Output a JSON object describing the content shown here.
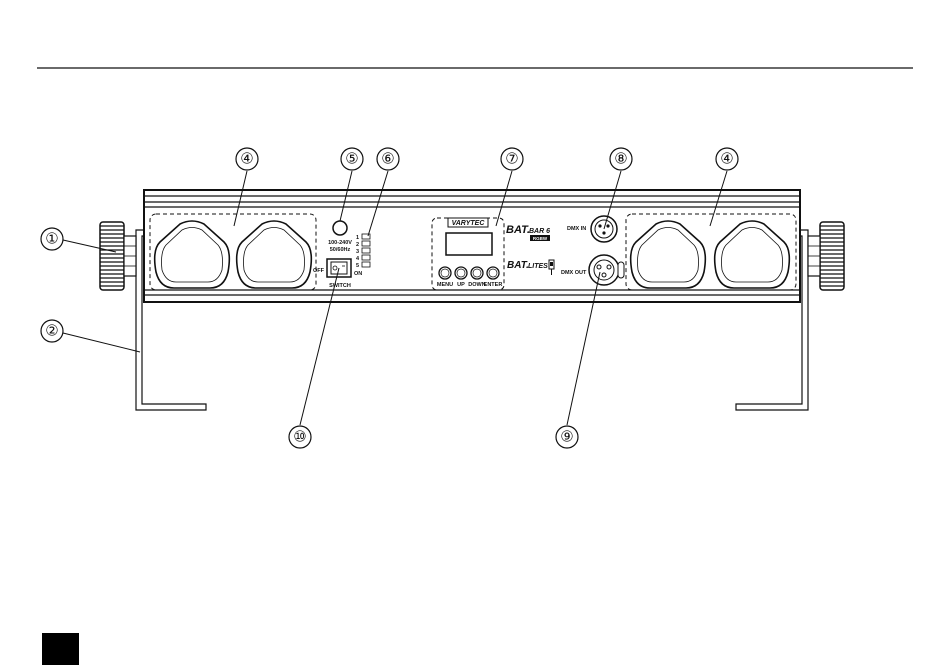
{
  "callouts": {
    "c1": "①",
    "c2": "②",
    "c4a": "④",
    "c4b": "④",
    "c5": "⑤",
    "c6": "⑥",
    "c7": "⑦",
    "c8": "⑧",
    "c9": "⑨",
    "c10": "⑩"
  },
  "panel": {
    "voltage": "100-240V",
    "frequency": "50/60Hz",
    "switch_off": "OFF",
    "switch_on": "ON",
    "switch_label": "SWITCH",
    "brand": "VARYTEC",
    "product_bat": "BAT.",
    "product_bar": "BAR 6",
    "product_sub": "RGBW",
    "lites_bat": "BAT.",
    "lites": "LITES",
    "dmx_in": "DMX IN",
    "dmx_out": "DMX OUT",
    "buttons": [
      "MENU",
      "UP",
      "DOWN",
      "ENTER"
    ],
    "dip_labels": [
      "1",
      "2",
      "3",
      "4",
      "5"
    ]
  },
  "colors": {
    "line": "#111111",
    "background": "#ffffff",
    "marker": "#000000"
  }
}
